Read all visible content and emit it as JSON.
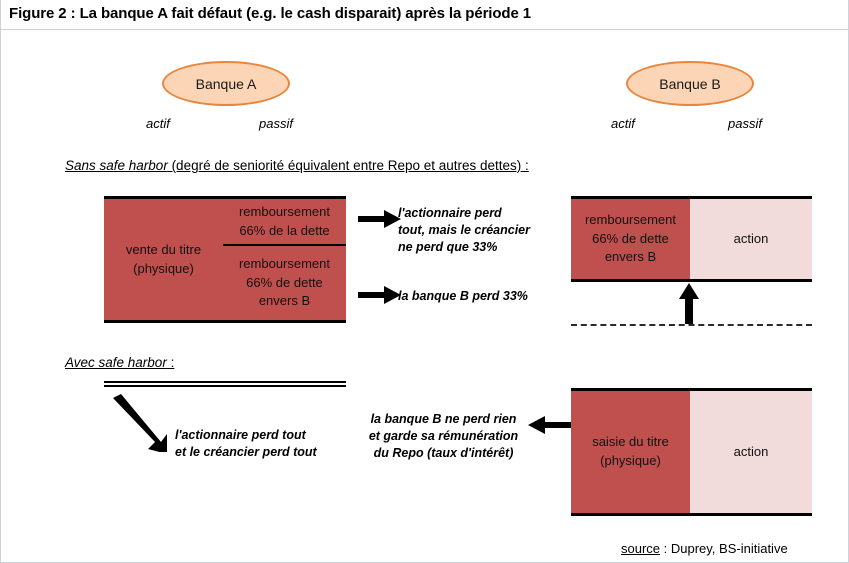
{
  "figure": {
    "title": "Figure 2 : La banque A fait défaut (e.g. le cash disparait) après la période 1",
    "source_prefix": "source",
    "source_text": " : Duprey, BS-initiative"
  },
  "banks": {
    "a": {
      "name": "Banque A",
      "asset_label": "actif",
      "liability_label": "passif"
    },
    "b": {
      "name": "Banque B",
      "asset_label": "actif",
      "liability_label": "passif"
    }
  },
  "sections": {
    "without_safe_harbor": {
      "heading_italic": "Sans safe harbor",
      "heading_rest": "  (degré de seniorité équivalent entre Repo et autres dettes) :",
      "bank_a": {
        "asset_cell": "vente du titre\n(physique)",
        "liability_top": "remboursement\n66% de la dette",
        "liability_bottom": "remboursement\n66% de dette\nenvers B"
      },
      "bank_b": {
        "asset_cell": "remboursement\n66% de dette\nenvers B",
        "liability_cell": "action"
      },
      "annotations": [
        "l'actionnaire perd\ntout, mais le créancier\nne perd que 33%",
        "la banque B perd  33%"
      ]
    },
    "with_safe_harbor": {
      "heading_italic": "Avec safe harbor",
      "heading_rest": " :",
      "bank_a": {
        "balance_sheet_state": "empty"
      },
      "bank_b": {
        "asset_cell": "saisie du titre\n(physique)",
        "liability_cell": "action"
      },
      "annotations": [
        "l'actionnaire  perd tout\net le créancier perd tout",
        "la banque B ne perd rien\net garde sa rémunération\ndu Repo (taux d'intérêt)"
      ]
    }
  },
  "colors": {
    "ellipse_fill": "#fbd5b5",
    "ellipse_border": "#e8863c",
    "balance_red": "#c0504d",
    "balance_pink": "#f2dcdb",
    "arrow": "#000000",
    "frame_border": "#ccd3dd"
  }
}
